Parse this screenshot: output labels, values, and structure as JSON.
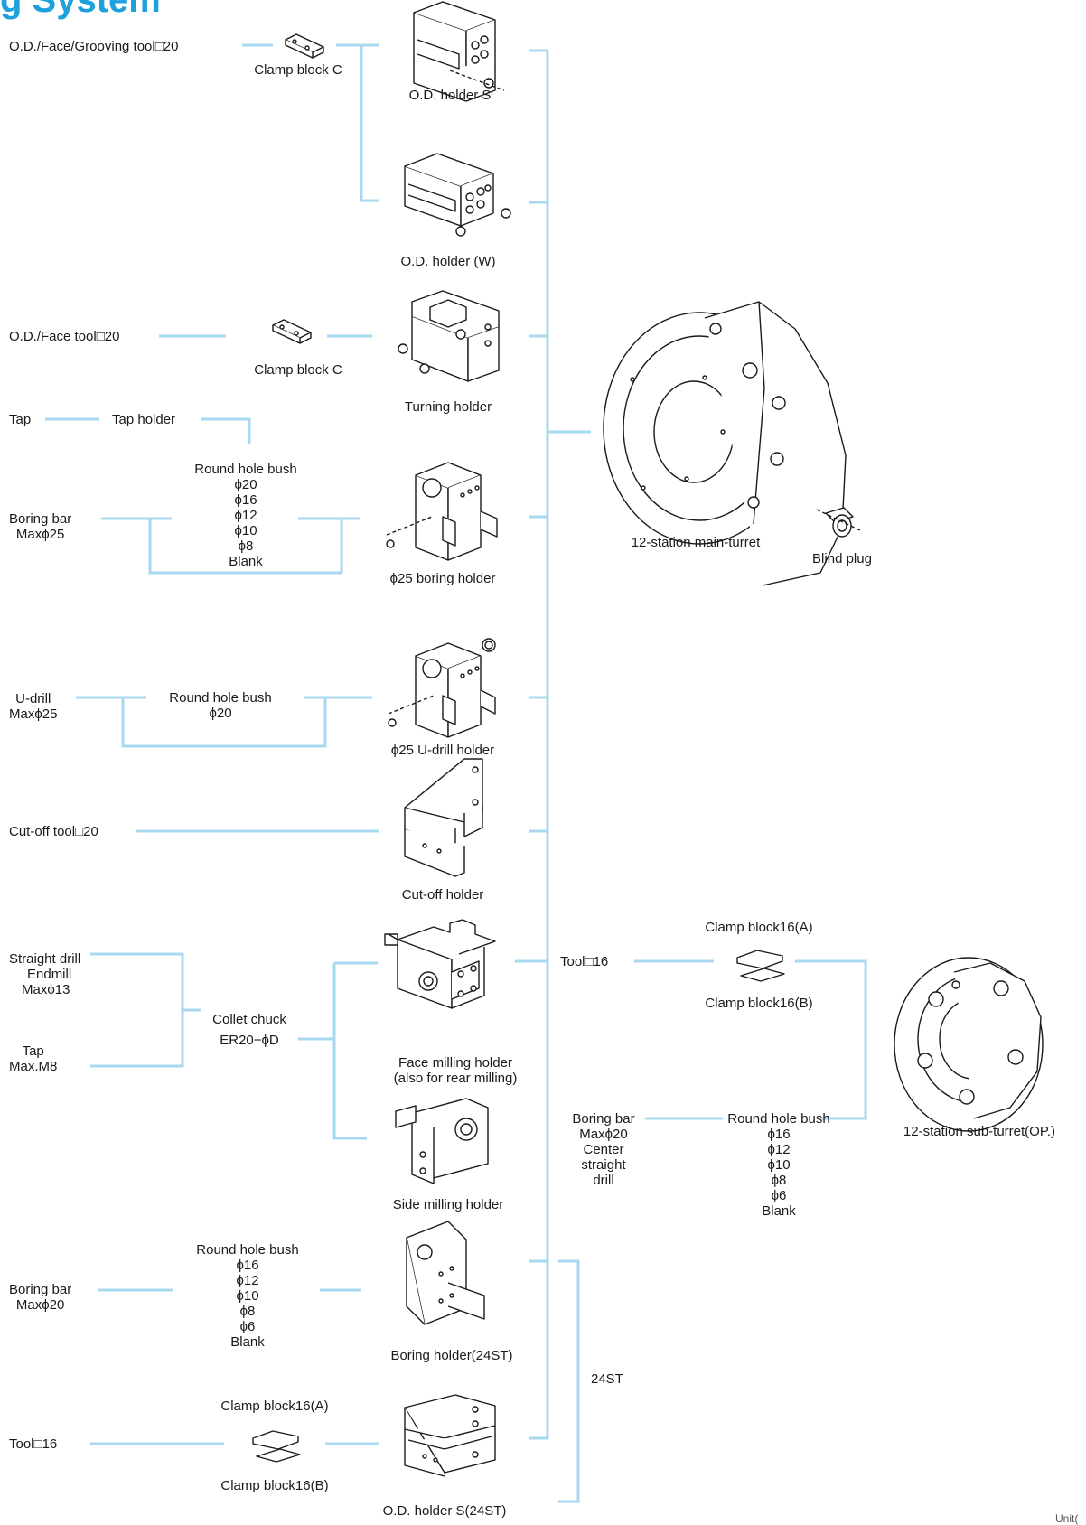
{
  "heading": "g System",
  "unit": "Unit(",
  "colors": {
    "line": "#a9d9f0",
    "accent": "#1ea0dc",
    "drawing": "#1a1a1a"
  },
  "labels": {
    "od_face_grooving_tool": "O.D./Face/Grooving tool□20",
    "clamp_block_c_1": "Clamp block C",
    "od_holder_s": "O.D. holder S",
    "od_holder_w": "O.D. holder (W)",
    "od_face_tool": "O.D./Face tool□20",
    "clamp_block_c_2": "Clamp block C",
    "turning_holder": "Turning holder",
    "tap": "Tap",
    "tap_holder": "Tap holder",
    "boring_bar_25": [
      "Boring bar",
      "Maxϕ25"
    ],
    "rhb_1": [
      "Round hole bush",
      "ϕ20",
      "ϕ16",
      "ϕ12",
      "ϕ10",
      "ϕ8",
      "Blank"
    ],
    "boring_holder_25": "ϕ25 boring holder",
    "main_turret": "12-station main-turret",
    "blind_plug": "Blind plug",
    "u_drill": [
      "U-drill",
      "Maxϕ25"
    ],
    "rhb_2": [
      "Round hole bush",
      "ϕ20"
    ],
    "u_drill_holder": "ϕ25 U-drill holder",
    "cutoff_tool": "Cut-off tool□20",
    "cutoff_holder": "Cut-off holder",
    "straight_drill": [
      "Straight drill",
      "Endmill",
      "Maxϕ13"
    ],
    "tap_m8": [
      "Tap",
      "Max.M8"
    ],
    "collet_chuck": [
      "Collet chuck",
      "ER20−ϕD"
    ],
    "face_milling_holder": [
      "Face milling holder",
      "(also for rear milling)"
    ],
    "side_milling_holder": "Side milling holder",
    "tool16_sub": "Tool□16",
    "clamp16a_sub": "Clamp block16(A)",
    "clamp16b_sub": "Clamp block16(B)",
    "boring_bar_20_sub": [
      "Boring bar",
      "Maxϕ20",
      "Center",
      "straight",
      "drill"
    ],
    "rhb_sub": [
      "Round hole bush",
      "ϕ16",
      "ϕ12",
      "ϕ10",
      "ϕ8",
      "ϕ6",
      "Blank"
    ],
    "sub_turret": "12-station sub-turret(OP.)",
    "boring_bar_20": [
      "Boring bar",
      "Maxϕ20"
    ],
    "rhb_3": [
      "Round hole bush",
      "ϕ16",
      "ϕ12",
      "ϕ10",
      "ϕ8",
      "ϕ6",
      "Blank"
    ],
    "boring_holder_24st": "Boring holder(24ST)",
    "st24": "24ST",
    "clamp16a": "Clamp block16(A)",
    "tool16": "Tool□16",
    "clamp16b": "Clamp block16(B)",
    "od_holder_s_24st": "O.D. holder S(24ST)"
  }
}
